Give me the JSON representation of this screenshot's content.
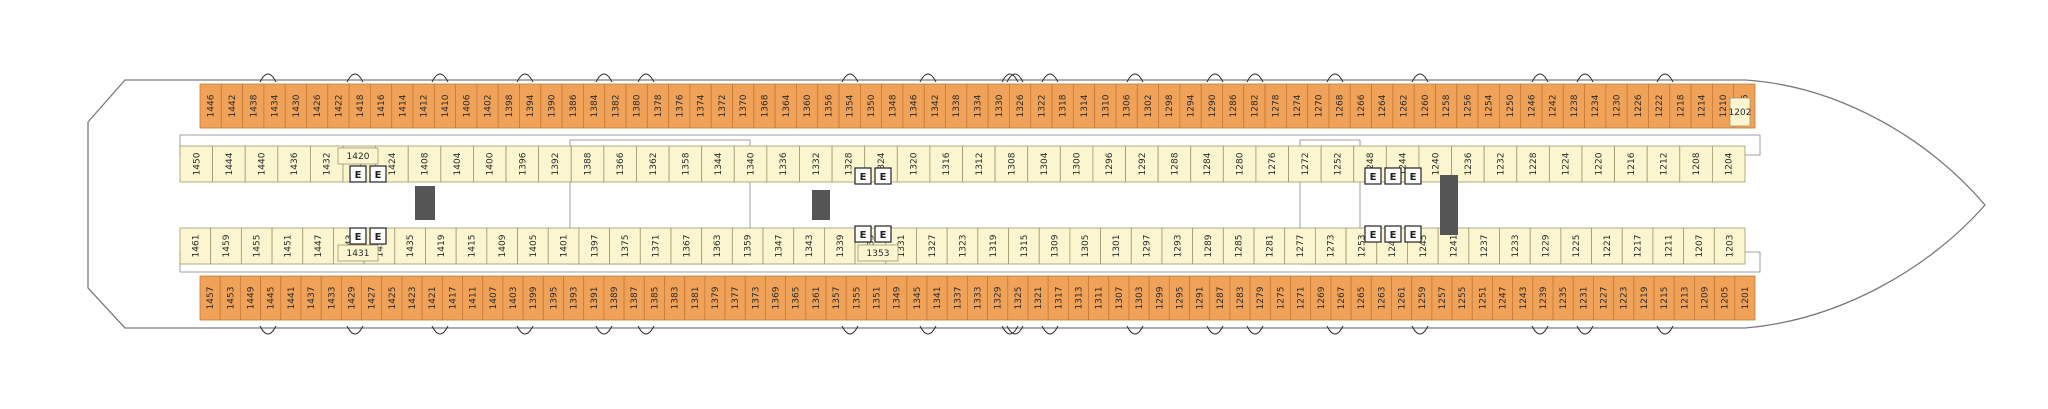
{
  "deck": {
    "colors": {
      "balcony": "#f0a259",
      "inside": "#fbf6cf",
      "hull": "#7a7a7a"
    },
    "elevator_label": "E",
    "elevator_icon": "elevator-icon",
    "stairs_icon": "stairs-icon",
    "connecting_icon": "connecting-arrow-icon",
    "rows": {
      "top_outer": [
        "1446",
        "1442",
        "1438",
        "1434",
        "1430",
        "1426",
        "1422",
        "1418",
        "1416",
        "1414",
        "1412",
        "1410",
        "1406",
        "1402",
        "1398",
        "1394",
        "1390",
        "1386",
        "1384",
        "1382",
        "1380",
        "1378",
        "1376",
        "1374",
        "1372",
        "1370",
        "1368",
        "1364",
        "1360",
        "1356",
        "1354",
        "1350",
        "1348",
        "1346",
        "1342",
        "1338",
        "1334",
        "1330",
        "1326",
        "1322",
        "1318",
        "1314",
        "1310",
        "1306",
        "1302",
        "1298",
        "1294",
        "1290",
        "1286",
        "1282",
        "1278",
        "1274",
        "1270",
        "1268",
        "1266",
        "1264",
        "1262",
        "1260",
        "1258",
        "1256",
        "1254",
        "1250",
        "1246",
        "1242",
        "1238",
        "1234",
        "1230",
        "1226",
        "1222",
        "1218",
        "1214",
        "1210",
        "1206"
      ],
      "top_inner": [
        "1450",
        "1444",
        "1440",
        "1436",
        "1432",
        "1428",
        "1424",
        "1408",
        "1404",
        "1400",
        "1396",
        "1392",
        "1388",
        "1366",
        "1362",
        "1358",
        "1344",
        "1340",
        "1336",
        "1332",
        "1328",
        "1324",
        "1320",
        "1316",
        "1312",
        "1308",
        "1304",
        "1300",
        "1296",
        "1292",
        "1288",
        "1284",
        "1280",
        "1276",
        "1272",
        "1252",
        "1248",
        "1244",
        "1240",
        "1236",
        "1232",
        "1228",
        "1224",
        "1220",
        "1216",
        "1212",
        "1208",
        "1204"
      ],
      "bottom_inner": [
        "1461",
        "1459",
        "1455",
        "1451",
        "1447",
        "1443",
        "1439",
        "1435",
        "1419",
        "1415",
        "1409",
        "1405",
        "1401",
        "1397",
        "1375",
        "1371",
        "1367",
        "1363",
        "1359",
        "1347",
        "1343",
        "1339",
        "1335",
        "1331",
        "1327",
        "1323",
        "1319",
        "1315",
        "1309",
        "1305",
        "1301",
        "1297",
        "1293",
        "1289",
        "1285",
        "1281",
        "1277",
        "1273",
        "1253",
        "1249",
        "1245",
        "1241",
        "1237",
        "1233",
        "1229",
        "1225",
        "1221",
        "1217",
        "1211",
        "1207",
        "1203"
      ],
      "bottom_outer": [
        "1457",
        "1453",
        "1449",
        "1445",
        "1441",
        "1437",
        "1433",
        "1429",
        "1427",
        "1425",
        "1423",
        "1421",
        "1417",
        "1411",
        "1407",
        "1403",
        "1399",
        "1395",
        "1393",
        "1391",
        "1389",
        "1387",
        "1385",
        "1383",
        "1381",
        "1379",
        "1377",
        "1373",
        "1369",
        "1365",
        "1361",
        "1357",
        "1355",
        "1351",
        "1349",
        "1345",
        "1341",
        "1337",
        "1333",
        "1329",
        "1325",
        "1321",
        "1317",
        "1313",
        "1311",
        "1307",
        "1303",
        "1299",
        "1295",
        "1291",
        "1287",
        "1283",
        "1279",
        "1275",
        "1271",
        "1269",
        "1267",
        "1265",
        "1263",
        "1261",
        "1259",
        "1257",
        "1255",
        "1251",
        "1247",
        "1243",
        "1239",
        "1235",
        "1231",
        "1227",
        "1223",
        "1219",
        "1215",
        "1213",
        "1209",
        "1205",
        "1201"
      ],
      "special": [
        "1420",
        "1431",
        "1353",
        "1202"
      ]
    }
  }
}
